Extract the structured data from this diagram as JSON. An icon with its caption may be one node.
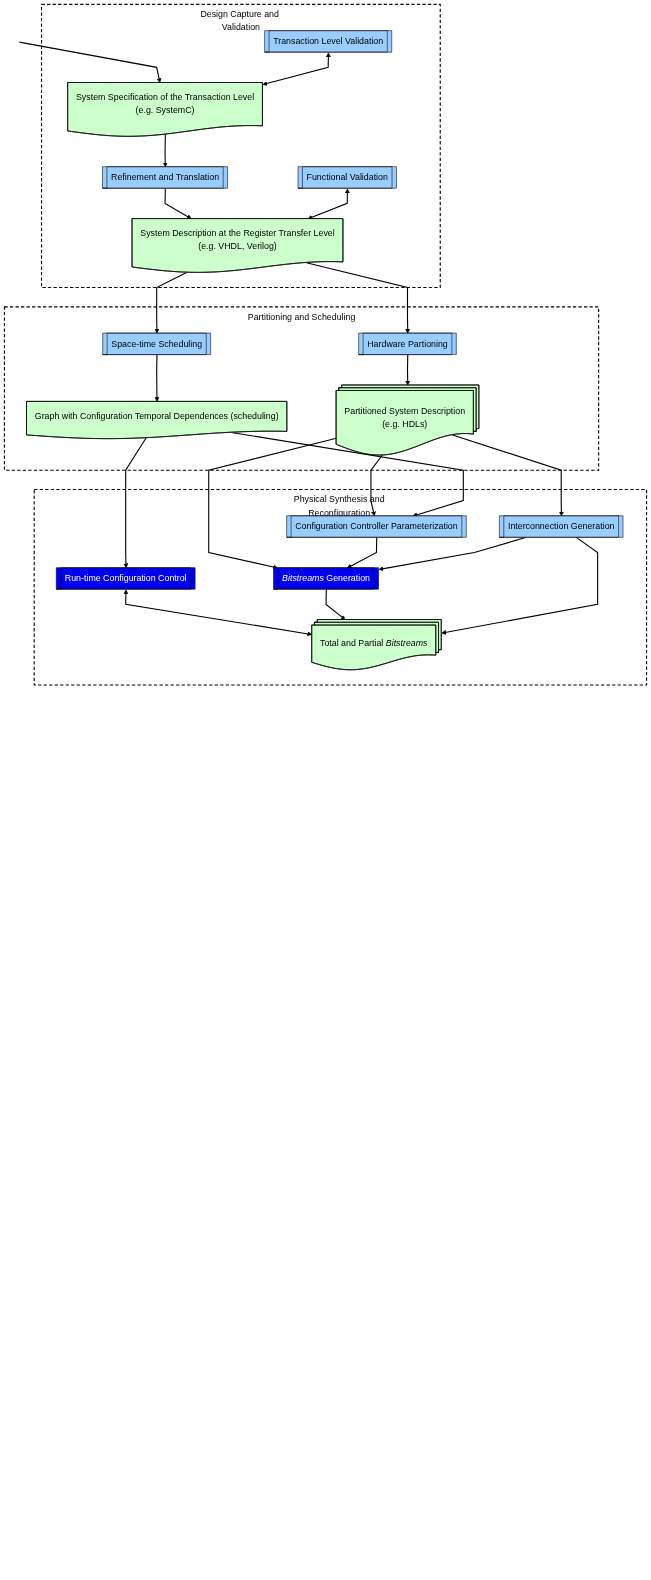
{
  "diagram": {
    "nodes": [
      {
        "text": [
          "Design Capture and Validation"
        ]
      },
      {
        "text": [
          "Transaction Level Validation"
        ],
        "in": 0
      },
      {
        "text": [
          "System Specification of the Transaction Level",
          "(e.g. SystemC)"
        ],
        "in": 0
      },
      {
        "text": [
          "Refinement and Translation"
        ],
        "in": 0
      },
      {
        "text": [
          "Functional Validation"
        ],
        "in": 0
      },
      {
        "text": [
          "System Description at the Register Transfer Level",
          "(e.g. VHDL, Verilog)"
        ],
        "in": 0
      },
      {
        "text": [
          "Partitioning and Scheduling"
        ]
      },
      {
        "text": [
          "Hardware Partioning"
        ],
        "in": 6
      },
      {
        "text": [
          "Space-time Scheduling"
        ],
        "in": 6
      },
      {
        "text": [
          "Partitioned System Description",
          "(e.g. HDLs)"
        ],
        "in": 6
      },
      {
        "text": [
          "Graph with Configuration Temporal Dependences (scheduling)"
        ],
        "in": 6
      },
      {
        "text": [
          "Physical Synthesis and Reconfiguration Infrastructure"
        ]
      },
      {
        "text": [
          "Configuration Controller Parameterization"
        ],
        "in": 11
      },
      {
        "text": [
          "Run-time Configuration Control"
        ],
        "in": 11
      },
      {
        "text": [
          "*Bitstreams* Generation"
        ],
        "in": 11
      },
      {
        "text": [
          "Total and Partial *Bitstreams*"
        ],
        "in": 11
      },
      {
        "text": [
          "Interconnection Generation"
        ],
        "in": 11
      }
    ],
    "edges": [
      {
        "from": null,
        "to": 2,
        "arrow": "to"
      },
      {
        "from": 1,
        "to": 2,
        "arrow": "both"
      },
      {
        "from": 2,
        "to": 3,
        "arrow": "to"
      },
      {
        "from": 3,
        "to": 5,
        "arrow": "to"
      },
      {
        "from": 4,
        "to": 5,
        "arrow": "both"
      },
      {
        "from": 5,
        "to": 7,
        "arrow": "to"
      },
      {
        "from": 5,
        "to": 8,
        "arrow": "to"
      },
      {
        "from": 7,
        "to": 9,
        "arrow": "to"
      },
      {
        "from": 8,
        "to": 10,
        "arrow": "to"
      },
      {
        "from": 9,
        "to": 12,
        "arrow": "to"
      },
      {
        "from": 9,
        "to": 14,
        "arrow": "to"
      },
      {
        "from": 9,
        "to": 16,
        "arrow": "to"
      },
      {
        "from": 10,
        "to": 12,
        "arrow": "to"
      },
      {
        "from": 10,
        "to": 13,
        "arrow": "to"
      },
      {
        "from": 12,
        "to": 14,
        "arrow": "to"
      },
      {
        "from": 13,
        "to": 15,
        "arrow": "both"
      },
      {
        "from": 14,
        "to": 15,
        "arrow": "to"
      },
      {
        "from": 16,
        "to": 14,
        "arrow": "to"
      },
      {
        "from": 16,
        "to": 15,
        "arrow": "to"
      }
    ]
  }
}
